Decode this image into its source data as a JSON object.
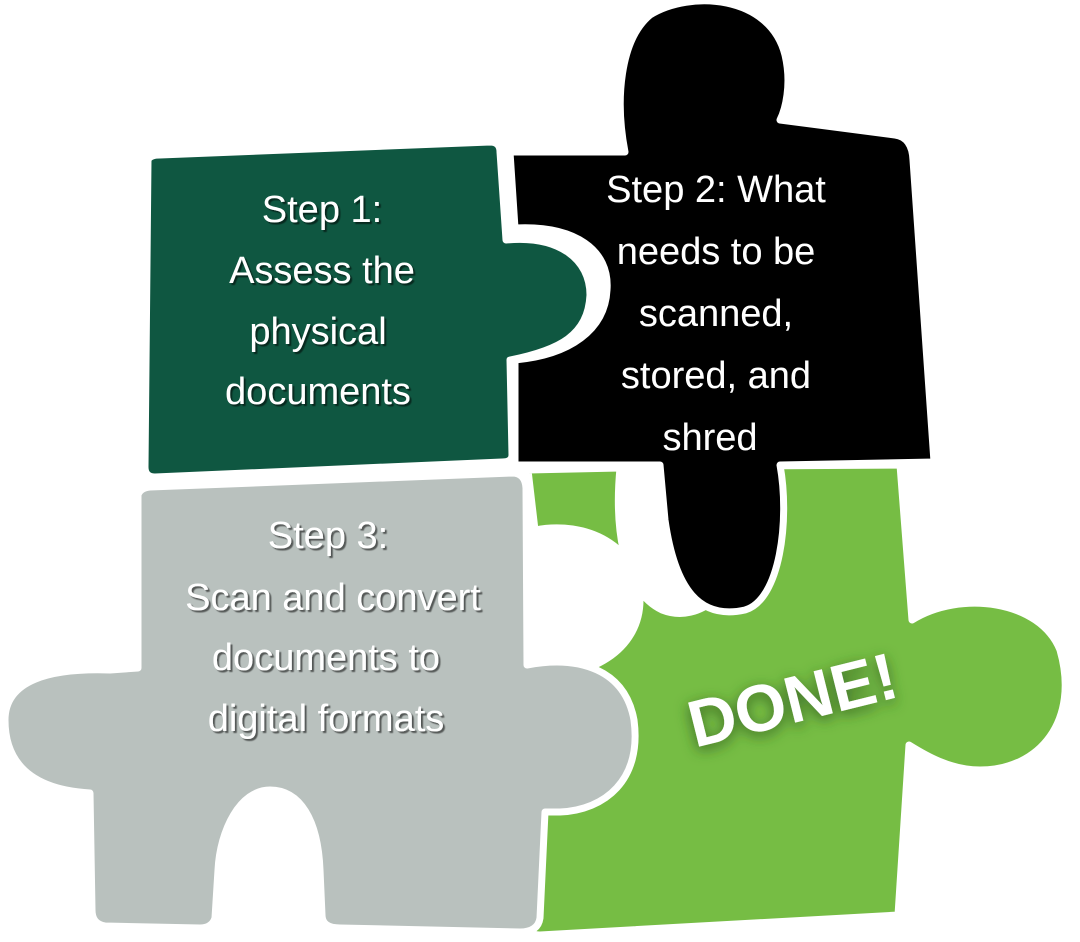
{
  "diagram": {
    "type": "puzzle-process",
    "pieces": [
      {
        "id": "step1",
        "color": "#0f5741",
        "lines": [
          "Step 1:",
          "Assess the",
          "physical",
          "documents"
        ]
      },
      {
        "id": "step2",
        "color": "#000000",
        "lines": [
          "Step 2: What",
          "needs to be",
          "scanned,",
          "stored, and",
          "shred"
        ]
      },
      {
        "id": "step3",
        "color": "#b9c1be",
        "lines": [
          "Step 3:",
          "Scan and convert",
          "documents to",
          "digital formats"
        ]
      },
      {
        "id": "done",
        "color": "#76bd44",
        "lines": [
          "DONE!"
        ]
      }
    ]
  }
}
